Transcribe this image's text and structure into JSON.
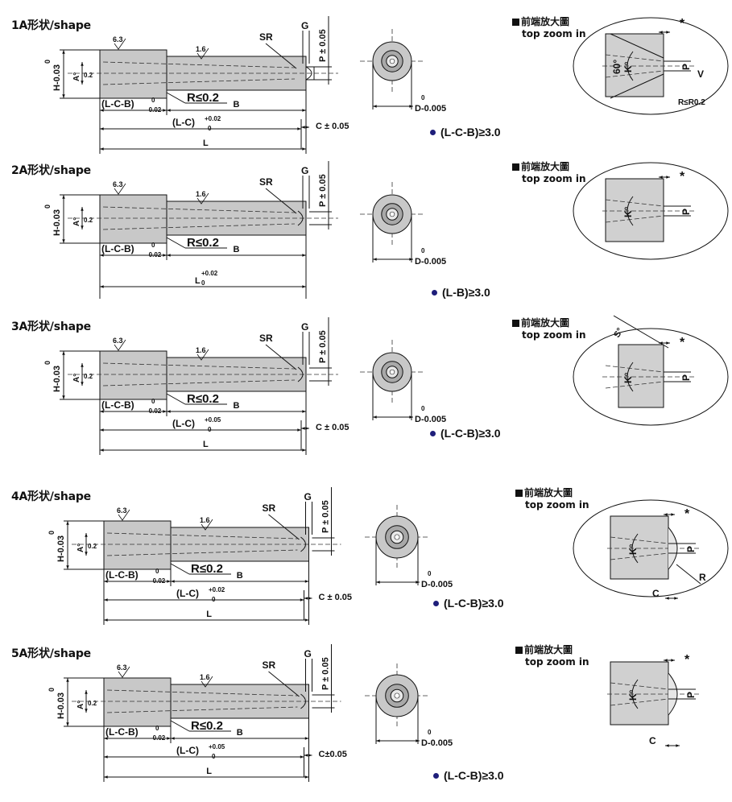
{
  "colors": {
    "body": "#c8c8c8",
    "line": "#111111",
    "dash": "#333333",
    "dot": "#1e1e7a"
  },
  "shapes": [
    {
      "id": "1A",
      "title": "1A形状/shape",
      "ra": "(L-C-B)",
      "ra_tol": "0",
      "ra_tol2": "-0.02",
      "b": "B",
      "total_top": "(L-C)",
      "total_top_tol": "+0.02",
      "total_top_tol2": "0",
      "total": "L",
      "c_tol": "C ± 0.05",
      "condition": "(L-C-B)≥3.0",
      "zoom_title": "前端放大圖",
      "zoom_sub": "top zoom in",
      "zoom_extra": [
        "60°",
        "V",
        "R≤R0.2"
      ]
    },
    {
      "id": "2A",
      "title": "2A形状/shape",
      "ra": "(L-C-B)",
      "ra_tol": "0",
      "ra_tol2": "-0.02",
      "b": "B",
      "total_top": "",
      "total_top_tol": "",
      "total_top_tol2": "",
      "total": "L",
      "total_tol": "+0.02",
      "total_tol2": "0",
      "c_tol": "",
      "condition": "(L-B)≥3.0",
      "zoom_title": "前端放大圖",
      "zoom_sub": "top zoom in",
      "zoom_extra": []
    },
    {
      "id": "3A",
      "title": "3A形状/shape",
      "ra": "(L-C-B)",
      "ra_tol": "0",
      "ra_tol2": "-0.02",
      "b": "B",
      "total_top": "(L-C)",
      "total_top_tol": "+0.05",
      "total_top_tol2": "0",
      "total": "L",
      "c_tol": "C ± 0.05",
      "condition": "(L-C-B)≥3.0",
      "zoom_title": "前端放大圖",
      "zoom_sub": "top zoom in",
      "zoom_extra": [
        "S°"
      ]
    },
    {
      "id": "4A",
      "title": "4A形状/shape",
      "ra": "(L-C-B)",
      "ra_tol": "0",
      "ra_tol2": "-0.02",
      "b": "B",
      "total_top": "(L-C)",
      "total_top_tol": "+0.02",
      "total_top_tol2": "0",
      "total": "L",
      "c_tol": "C ± 0.05",
      "condition": "(L-C-B)≥3.0",
      "zoom_title": "前端放大圖",
      "zoom_sub": "top zoom in",
      "zoom_extra": [
        "R",
        "C"
      ]
    },
    {
      "id": "5A",
      "title": "5A形状/shape",
      "ra": "(L-C-B)",
      "ra_tol": "0",
      "ra_tol2": "-0.02",
      "b": "B",
      "total_top": "(L-C)",
      "total_top_tol": "+0.05",
      "total_top_tol2": "0",
      "total": "L",
      "c_tol": "C±0.05",
      "condition": "(L-C-B)≥3.0",
      "zoom_title": "前端放大圖",
      "zoom_sub": "top zoom in",
      "zoom_extra": [
        "C"
      ]
    }
  ],
  "common": {
    "sr": "SR",
    "g": "G",
    "p": "P ± 0.05",
    "p_short": "P",
    "h": "H-0.03",
    "h_tol": "0",
    "a": "A°",
    "a_tol": "0.2",
    "r": "R≤0.2",
    "rough1": "6.3",
    "rough2": "1.6",
    "d": "D-0.005",
    "d_tol": "0",
    "k": "K°",
    "star": "*"
  }
}
